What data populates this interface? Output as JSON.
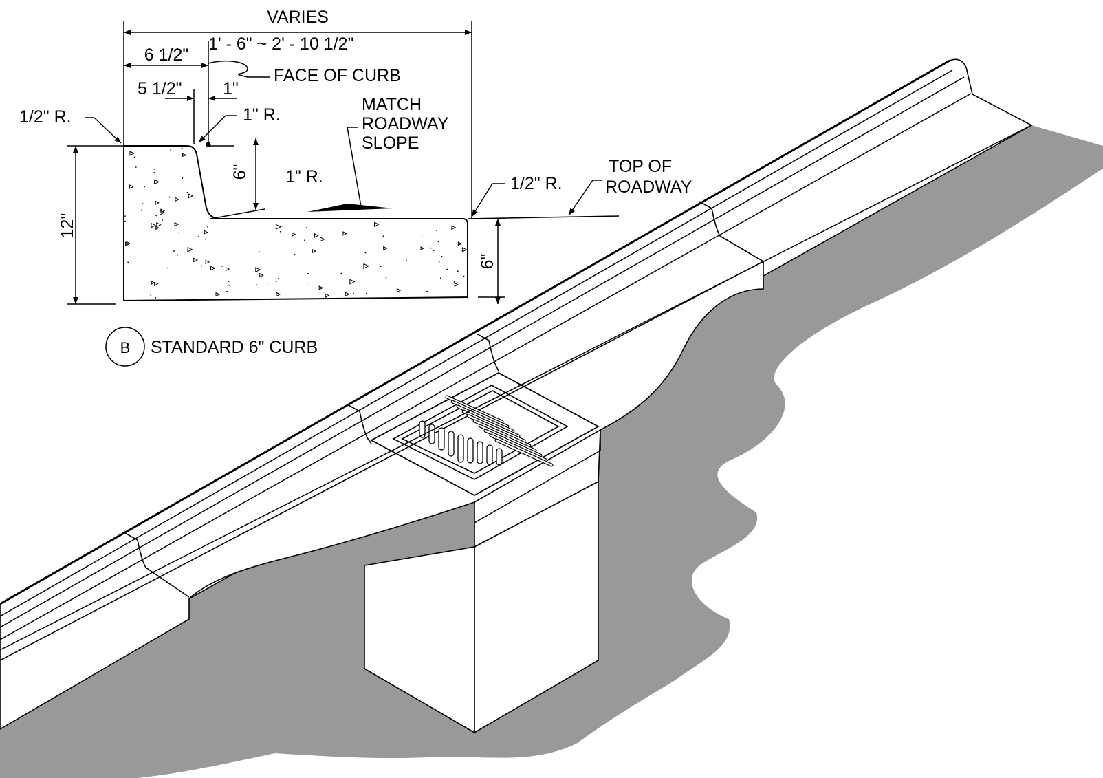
{
  "detail": {
    "tag": "B",
    "title": "STANDARD 6\" CURB"
  },
  "dimensions": {
    "varies": "VARIES",
    "width_range": "1' - 6\"  ~  2' - 10 1/2\"",
    "curb_top": "6 1/2\"",
    "curb_face_base": "5 1/2\"",
    "batter": "1\"",
    "total_height": "12\"",
    "curb_reveal": "6\"",
    "gutter_thickness": "6\""
  },
  "callouts": {
    "back_radius": "1/2\" R.",
    "top_face_radius": "1\" R.",
    "flowline_radius": "1\" R.",
    "lip_radius": "1/2\" R.",
    "face_of_curb": "FACE OF CURB",
    "match_slope": [
      "MATCH",
      "ROADWAY",
      "SLOPE"
    ],
    "top_of_roadway": [
      "TOP OF",
      "ROADWAY"
    ]
  },
  "colors": {
    "ground_fill": "#999999",
    "concrete_fill": "#ffffff",
    "line": "#000000"
  }
}
